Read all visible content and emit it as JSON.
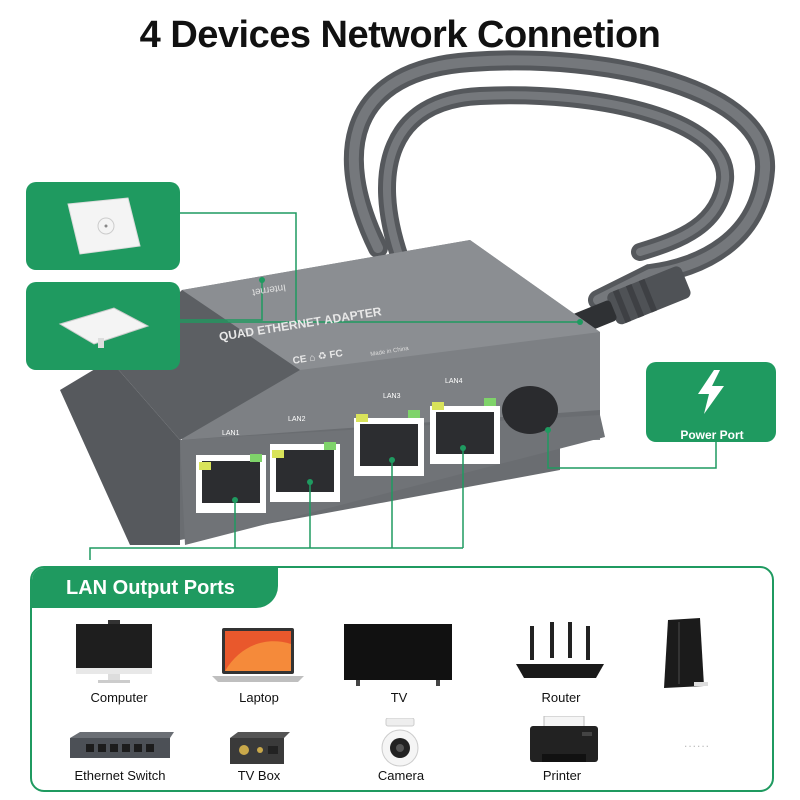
{
  "title": "4 Devices Network Connetion",
  "adapter": {
    "name": "QUAD ETHERNET ADAPTER",
    "internet_label": "Internet",
    "marks": "CE  ⌂  ♻  FC",
    "made_in": "Made in China",
    "ports": [
      "LAN1",
      "LAN2",
      "LAN3",
      "LAN4"
    ]
  },
  "power": {
    "label": "Power Port",
    "icon": "lightning-bolt-icon"
  },
  "lan_panel": {
    "heading": "LAN Output Ports",
    "devices": [
      {
        "label": "Computer",
        "icon": "computer-icon"
      },
      {
        "label": "Laptop",
        "icon": "laptop-icon"
      },
      {
        "label": "TV",
        "icon": "tv-icon"
      },
      {
        "label": "Router",
        "icon": "router-icon"
      },
      {
        "label": "",
        "icon": "game-console-icon"
      },
      {
        "label": "Ethernet Switch",
        "icon": "ethernet-switch-icon"
      },
      {
        "label": "TV Box",
        "icon": "tv-box-icon"
      },
      {
        "label": "Camera",
        "icon": "camera-icon"
      },
      {
        "label": "Printer",
        "icon": "printer-icon"
      },
      {
        "label": "......",
        "icon": "more-icon"
      }
    ]
  },
  "colors": {
    "accent": "#1f9a60",
    "adapter_body": "#6b6e72",
    "cable": "#6e7074"
  }
}
